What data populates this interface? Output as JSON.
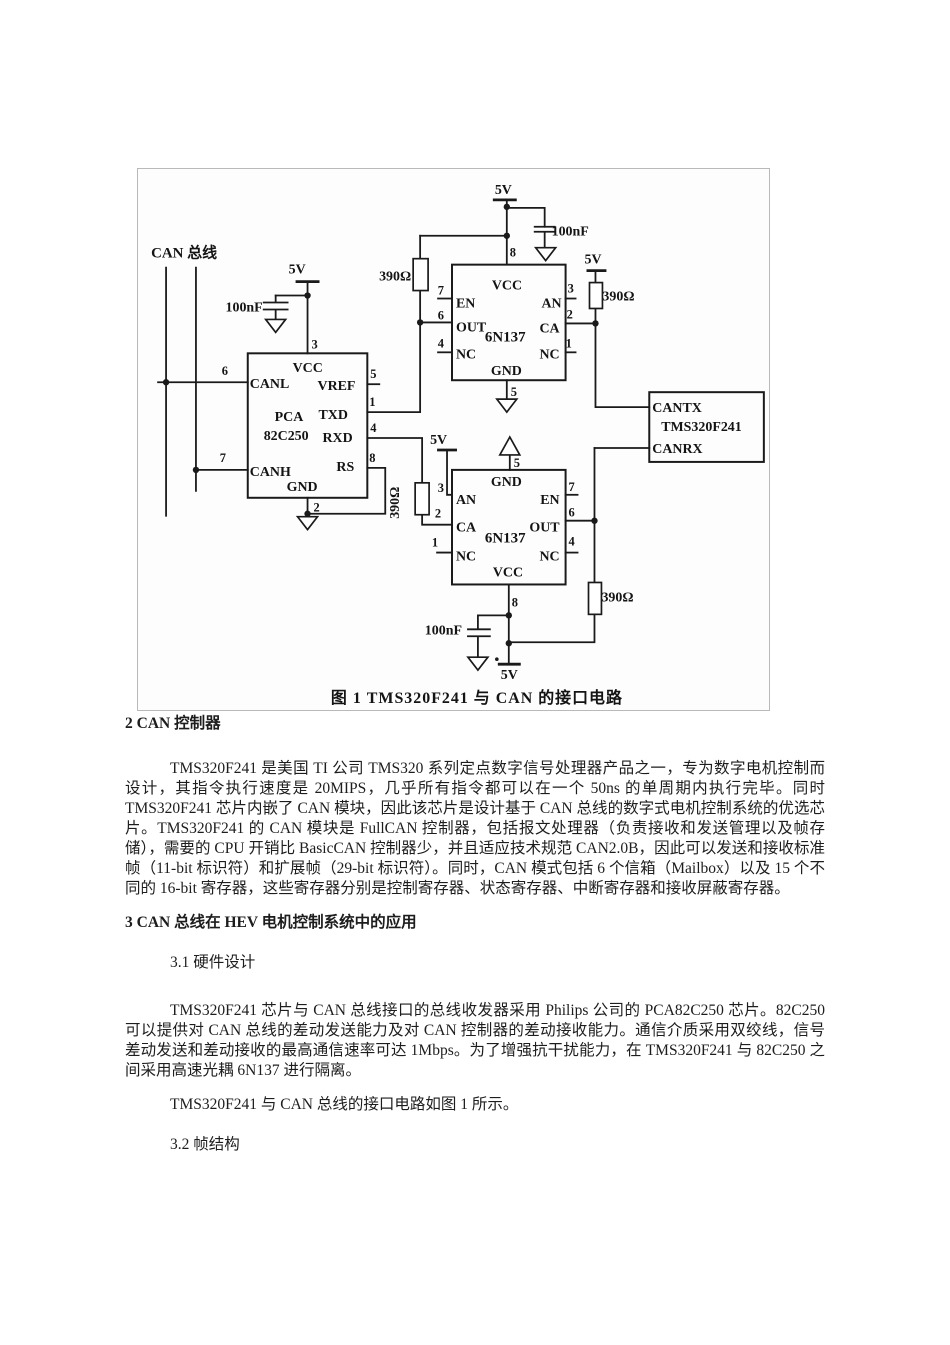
{
  "fig": {
    "bus": "CAN 总线",
    "caption": "图 1  TMS320F241 与 CAN 的接口电路",
    "v5": "5V",
    "c100": "100nF",
    "r390": "390Ω",
    "vcc": "VCC",
    "gnd": "GND",
    "en": "EN",
    "out": "OUT",
    "nc": "NC",
    "an": "AN",
    "ca": "CA",
    "canl": "CANL",
    "canh": "CANH",
    "vref": "VREF",
    "txd": "TXD",
    "rxd": "RXD",
    "rs": "RS",
    "pca": "PCA",
    "c250": "82C250",
    "opto": "6N137",
    "dsp": "TMS320F241",
    "cantx": "CANTX",
    "canrx": "CANRX",
    "p1": "1",
    "p2": "2",
    "p3": "3",
    "p4": "4",
    "p5": "5",
    "p6": "6",
    "p7": "7",
    "p8": "8"
  },
  "doc": {
    "h2": "2 CAN 控制器",
    "p1": "TMS320F241 是美国 TI 公司 TMS320 系列定点数字信号处理器产品之一，专为数字电机控制而设计，其指令执行速度是 20MIPS，几乎所有指令都可以在一个 50ns 的单周期内执行完毕。同时 TMS320F241 芯片内嵌了 CAN 模块，因此该芯片是设计基于 CAN 总线的数字式电机控制系统的优选芯片。TMS320F241 的 CAN 模块是 FullCAN 控制器，包括报文处理器（负责接收和发送管理以及帧存储），需要的 CPU 开销比 BasicCAN 控制器少，并且适应技术规范 CAN2.0B，因此可以发送和接收标准帧（11-bit 标识符）和扩展帧（29-bit 标识符）。同时，CAN 模式包括 6 个信箱（Mailbox）以及 15 个不同的 16-bit 寄存器，这些寄存器分别是控制寄存器、状态寄存器、中断寄存器和接收屏蔽寄存器。",
    "h3": "3 CAN 总线在 HEV 电机控制系统中的应用",
    "h31": "3.1 硬件设计",
    "p2": "TMS320F241 芯片与 CAN 总线接口的总线收发器采用 Philips 公司的 PCA82C250 芯片。82C250 可以提供对 CAN 总线的差动发送能力及对 CAN 控制器的差动接收能力。通信介质采用双绞线，信号差动发送和差动接收的最高通信速率可达 1Mbps。为了增强抗干扰能力，在 TMS320F241 与 82C250 之间采用高速光耦 6N137 进行隔离。",
    "p3": "TMS320F241 与 CAN 总线的接口电路如图 1 所示。",
    "h32": "3.2 帧结构"
  }
}
